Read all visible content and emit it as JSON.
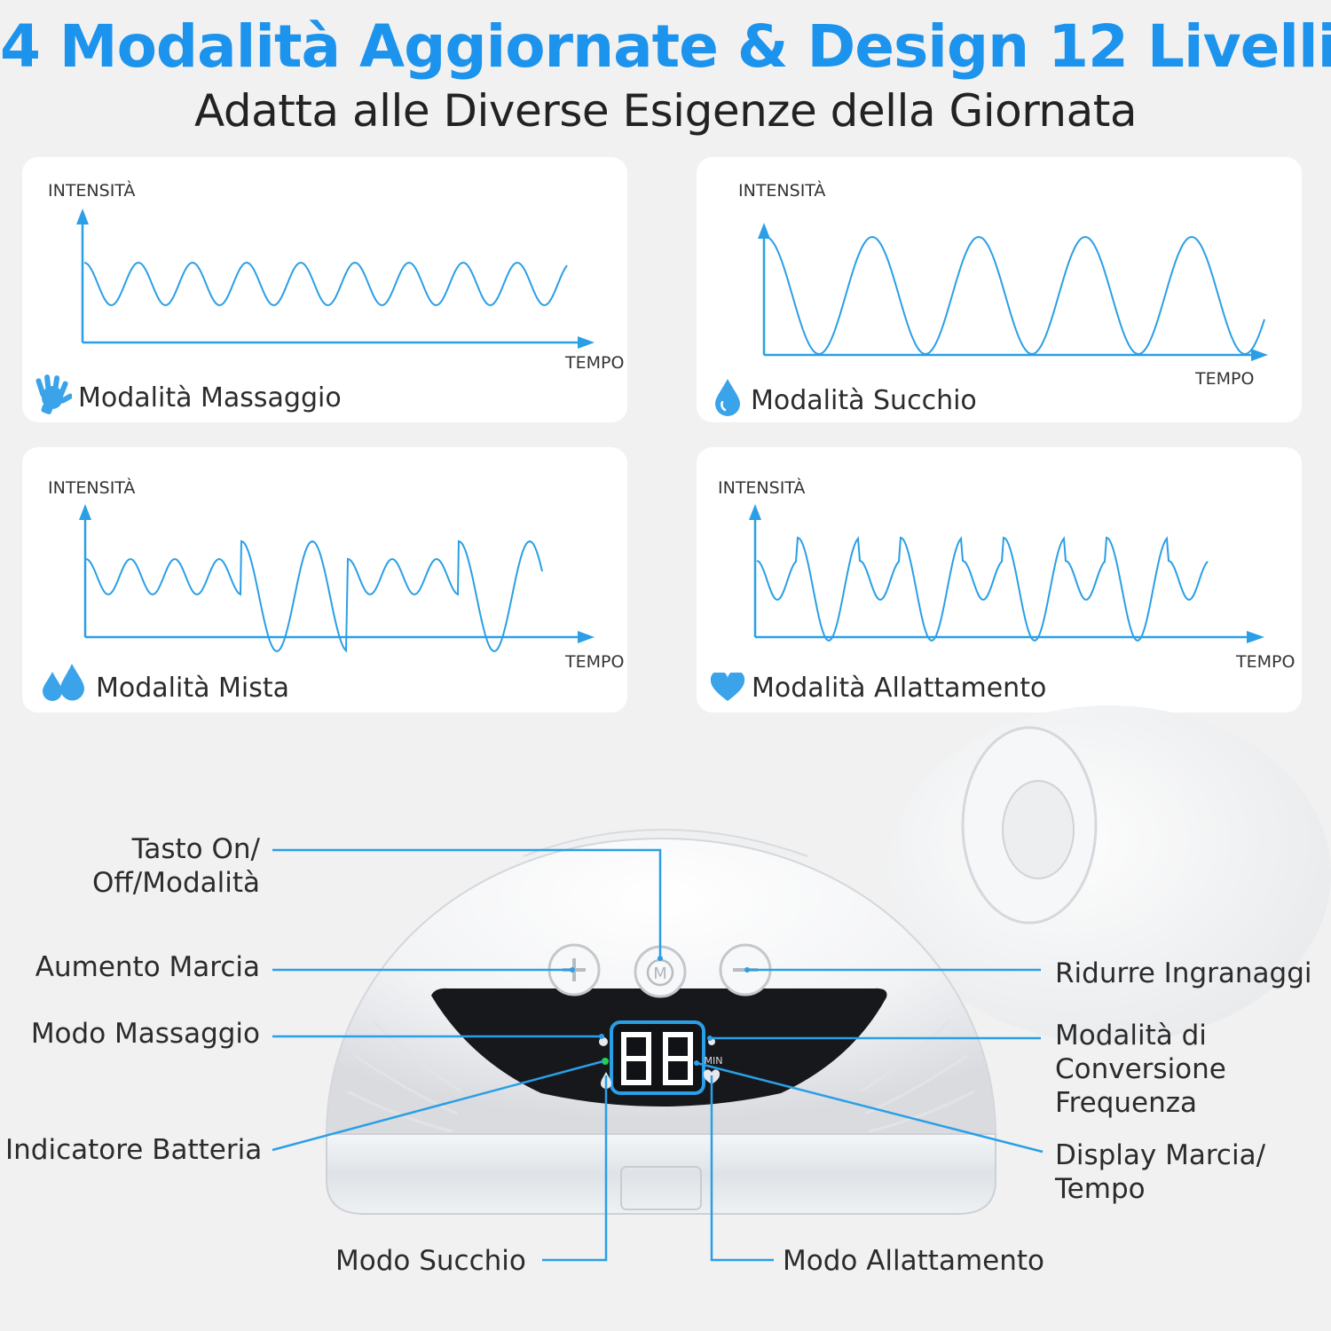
{
  "header": {
    "title": "4 Modalità Aggiornate & Design 12 Livelli",
    "subtitle": "Adatta alle Diverse Esigenze della Giornata"
  },
  "colors": {
    "accent": "#1c93ec",
    "wave": "#2a9fe6",
    "card": "#ffffff",
    "background": "#f1f1f2"
  },
  "modes": [
    {
      "name": "Modalità Massaggio",
      "icon": "hand-icon",
      "ylabel": "INTENSITÀ",
      "xlabel": "TEMPO"
    },
    {
      "name": "Modalità Succhio",
      "icon": "drop-icon",
      "ylabel": "INTENSITÀ",
      "xlabel": "TEMPO"
    },
    {
      "name": "Modalità Mista",
      "icon": "double-drop-icon",
      "ylabel": "INTENSITÀ",
      "xlabel": "TEMPO"
    },
    {
      "name": "Modalità Allattamento",
      "icon": "heart-icon",
      "ylabel": "INTENSITÀ",
      "xlabel": "TEMPO"
    }
  ],
  "device": {
    "display_unit": "MIN",
    "buttons": {
      "plus": "+",
      "mode": "M",
      "minus": "−"
    },
    "callouts": {
      "power": [
        "Tasto On/",
        "Off/Modalità"
      ],
      "increase": "Aumento Marcia",
      "massage": "Modo Massaggio",
      "battery": "Indicatore Batteria",
      "suction": "Modo Succhio",
      "decrease": "Ridurre Ingranaggi",
      "frequency": [
        "Modalità di",
        "Conversione",
        "Frequenza"
      ],
      "display": [
        "Display Marcia/",
        "Tempo"
      ],
      "nursing": "Modo Allattamento"
    }
  }
}
